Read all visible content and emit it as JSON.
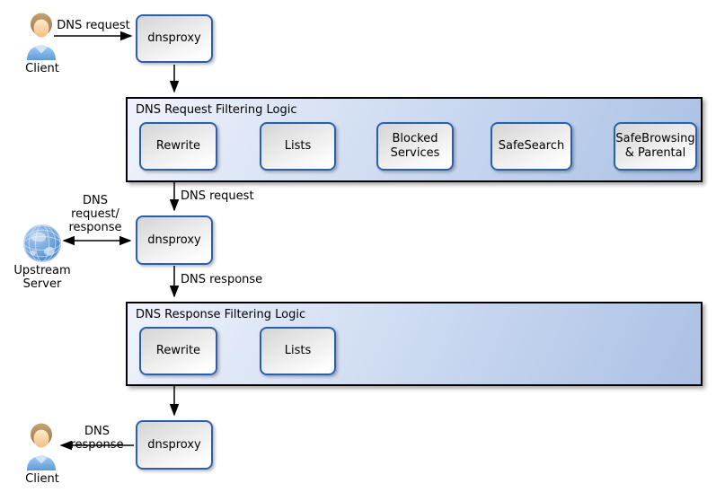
{
  "colors": {
    "box_border": "#2b5fae",
    "box_fill_start": "#d5d5d5",
    "box_fill_end": "#ffffff",
    "container_border": "#000000",
    "container_fill_start": "#eff3fc",
    "container_fill_end": "#aac1e5",
    "arrow": "#000000",
    "text": "#000000"
  },
  "nodes": {
    "client_top": {
      "label": "Client",
      "icon": "person-icon"
    },
    "proxy_top": {
      "label": "dnsproxy"
    },
    "proxy_mid": {
      "label": "dnsproxy"
    },
    "proxy_bottom": {
      "label": "dnsproxy"
    },
    "upstream": {
      "label": "Upstream\nServer",
      "icon": "globe-icon"
    },
    "client_bottom": {
      "label": "Client",
      "icon": "person-icon"
    }
  },
  "containers": {
    "request": {
      "title": "DNS Request Filtering Logic",
      "steps": [
        "Rewrite",
        "Lists",
        "Blocked Services",
        "SafeSearch",
        "SafeBrowsing & Parental"
      ]
    },
    "response": {
      "title": "DNS Response Filtering Logic",
      "steps": [
        "Rewrite",
        "Lists"
      ]
    }
  },
  "edge_labels": {
    "client_to_proxy": "DNS request",
    "request_logic_to_proxy": "DNS request",
    "upstream_link": "DNS\nrequest/\nresponse",
    "proxy_to_response_logic": "DNS response",
    "proxy_to_client": "DNS response"
  }
}
